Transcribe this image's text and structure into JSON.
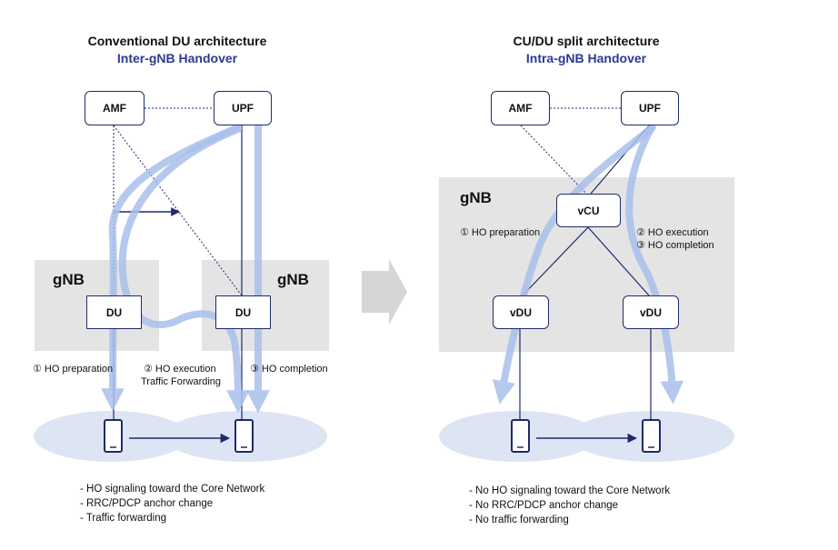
{
  "left": {
    "title": "Conventional DU architecture",
    "subtitle": "Inter-gNB Handover",
    "gnb_labels": [
      "gNB",
      "gNB"
    ],
    "nodes": {
      "amf": "AMF",
      "upf": "UPF",
      "du1": "DU",
      "du2": "DU"
    },
    "steps": [
      "① HO preparation",
      "② HO execution",
      "Traffic Forwarding",
      "③ HO completion"
    ],
    "notes": [
      "- HO signaling toward the Core Network",
      "- RRC/PDCP anchor change",
      "- Traffic forwarding"
    ]
  },
  "right": {
    "title": "CU/DU split architecture",
    "subtitle": "Intra-gNB Handover",
    "gnb_label": "gNB",
    "nodes": {
      "amf": "AMF",
      "upf": "UPF",
      "vcu": "vCU",
      "vdu1": "vDU",
      "vdu2": "vDU"
    },
    "steps": [
      "① HO preparation",
      "② HO execution",
      "③ HO completion"
    ],
    "notes": [
      "- No HO signaling toward the Core Network",
      "- No RRC/PDCP anchor change",
      "- No traffic forwarding"
    ]
  },
  "colors": {
    "accent": "#2b3a8f",
    "line": "#1f2a6b",
    "flow": "#a9c0ec",
    "cell": "#dde5f4",
    "panel": "#e4e4e4",
    "arrow": "#d6d6d6"
  }
}
